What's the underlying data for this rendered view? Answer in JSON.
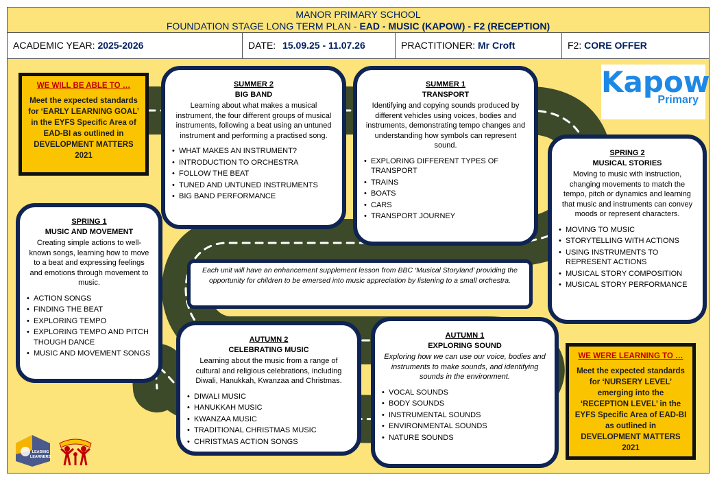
{
  "header": {
    "school": "MANOR PRIMARY SCHOOL",
    "plan_prefix": "FOUNDATION STAGE LONG TERM PLAN - ",
    "plan_strong": "EAD - MUSIC (KAPOW) - F2 (RECEPTION)"
  },
  "info": {
    "year_label": "ACADEMIC YEAR:",
    "year_value": "2025-2026",
    "date_label": "DATE:",
    "date_value": "15.09.25 - 11.07.26",
    "practitioner_label": "PRACTITIONER:",
    "practitioner_value": "Mr Croft",
    "offer_label": "F2:",
    "offer_value": "CORE OFFER"
  },
  "goal_box": {
    "heading": "WE WILL BE ABLE TO …",
    "text": "Meet the expected standards for ‘EARLY LEARNING GOAL’ in the EYFS Specific Area of EAD-BI as outlined in DEVELOPMENT MATTERS 2021"
  },
  "prior_box": {
    "heading": "WE WERE LEARNING TO …",
    "text": "Meet the expected standards for ‘NURSERY LEVEL’ emerging into the ‘RECEPTION LEVEL’ in the EYFS Specific Area of EAD-BI as outlined in DEVELOPMENT MATTERS 2021"
  },
  "units": {
    "summer2": {
      "term": "SUMMER 2",
      "title": "BIG BAND",
      "desc": "Learning about what makes a musical instrument, the four different groups of musical instruments, following a beat using an untuned instrument and performing a practised song.",
      "items": [
        "WHAT MAKES AN INSTRUMENT?",
        "INTRODUCTION TO ORCHESTRA",
        "FOLLOW THE BEAT",
        "TUNED AND UNTUNED INSTRUMENTS",
        "BIG BAND PERFORMANCE"
      ]
    },
    "summer1": {
      "term": "SUMMER 1",
      "title": "TRANSPORT",
      "desc": "Identifying and copying sounds produced by different vehicles using voices, bodies and instruments, demonstrating tempo changes and understanding how symbols can represent sound.",
      "items": [
        "EXPLORING DIFFERENT TYPES OF TRANSPORT",
        "TRAINS",
        "BOATS",
        "CARS",
        "TRANSPORT JOURNEY"
      ]
    },
    "spring2": {
      "term": "SPRING 2",
      "title": "MUSICAL STORIES",
      "desc": "Moving to music with instruction, changing movements to match the tempo, pitch or dynamics and learning that music and instruments can convey moods or represent characters.",
      "items": [
        "MOVING TO MUSIC",
        "STORYTELLING WITH ACTIONS",
        "USING INSTRUMENTS TO REPRESENT ACTIONS",
        "MUSICAL STORY COMPOSITION",
        "MUSICAL STORY PERFORMANCE"
      ]
    },
    "spring1": {
      "term": "SPRING 1",
      "title": "MUSIC AND MOVEMENT",
      "desc": "Creating simple actions to well-known songs, learning how to move to a beat and expressing feelings and emotions through movement to music.",
      "items": [
        "ACTION SONGS",
        "FINDING THE BEAT",
        "EXPLORING TEMPO",
        "EXPLORING TEMPO AND PITCH THOUGH DANCE",
        "MUSIC AND MOVEMENT SONGS"
      ]
    },
    "autumn2": {
      "term": "AUTUMN 2",
      "title": "CELEBRATING MUSIC",
      "desc": "Learning about the music from a range of cultural and religious celebrations, including Diwali, Hanukkah, Kwanzaa and Christmas.",
      "items": [
        "DIWALI MUSIC",
        "HANUKKAH MUSIC",
        "KWANZAA MUSIC",
        "TRADITIONAL CHRISTMAS MUSIC",
        "CHRISTMAS ACTION SONGS"
      ]
    },
    "autumn1": {
      "term": "AUTUMN 1",
      "title": "EXPLORING SOUND",
      "desc": "Exploring how we can use our voice, bodies and instruments to make sounds, and identifying sounds in the environment.",
      "items": [
        "VOCAL SOUNDS",
        "BODY SOUNDS",
        "INSTRUMENTAL SOUNDS",
        "ENVIRONMENTAL SOUNDS",
        "NATURE SOUNDS"
      ]
    }
  },
  "note": "Each unit will have an enhancement supplement lesson from BBC ‘Musical Storyland’ providing the opportunity for children to be emersed into music appreciation by listening to a small orchestra.",
  "logos": {
    "kapow_main": "Kapow",
    "kapow_sub": "Primary",
    "leading_learners": "LEADING LEARNERS"
  },
  "colors": {
    "page_yellow": "#fce37a",
    "card_border": "#0f2452",
    "goal_yellow": "#fbc400",
    "road": "#3c4a2a",
    "heading_red": "#c00000",
    "kapow_blue": "#1e88e5"
  }
}
